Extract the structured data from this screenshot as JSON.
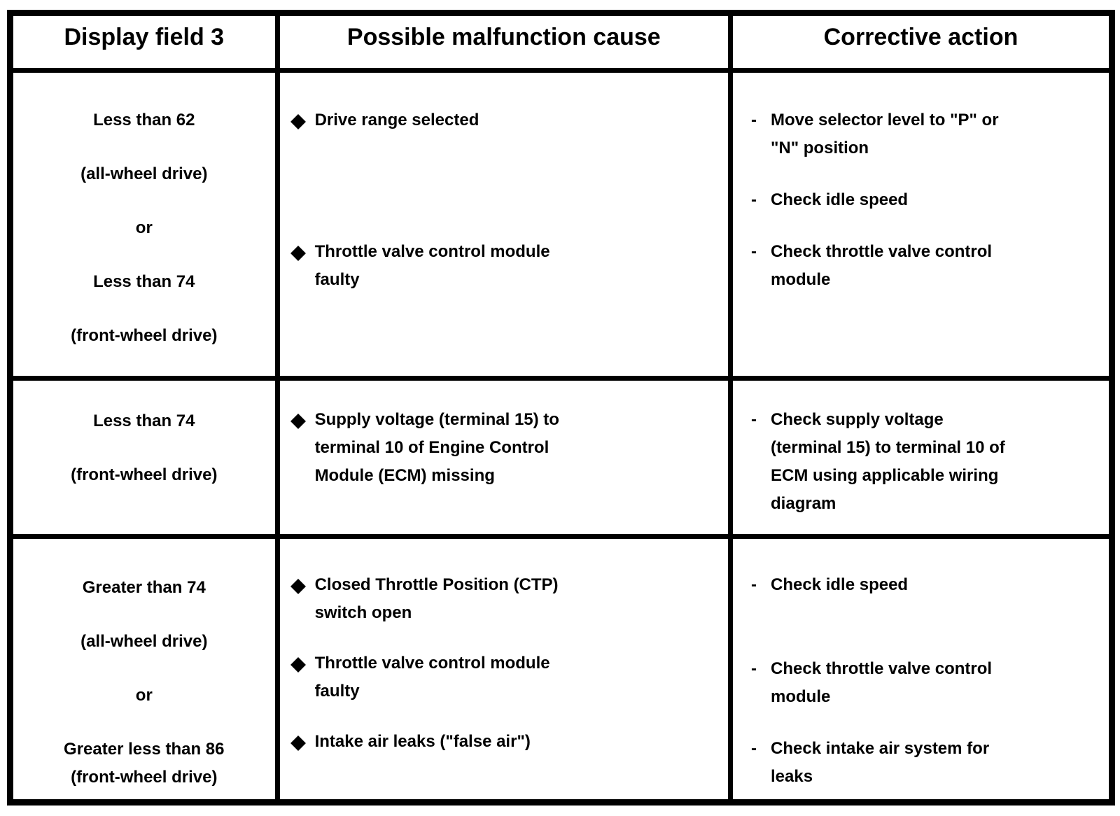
{
  "icons": {
    "diamond_bullet": "◆",
    "dash_bullet": "-"
  },
  "header": {
    "col1": "Display field 3",
    "col2": "Possible malfunction cause",
    "col3": "Corrective action"
  },
  "rows": [
    {
      "display": [
        "Less than 62",
        "(all-wheel drive)",
        "or",
        "Less than 74",
        "(front-wheel drive)"
      ],
      "causes": [
        "Drive range selected",
        "Throttle valve control module\nfaulty"
      ],
      "actions": [
        "Move selector level to \"P\" or\n\"N\" position",
        "Check idle speed",
        "Check throttle valve control\nmodule"
      ]
    },
    {
      "display": [
        "Less than 74",
        "(front-wheel drive)"
      ],
      "causes": [
        "Supply voltage (terminal 15) to\nterminal 10 of Engine Control\nModule (ECM) missing"
      ],
      "actions": [
        "Check supply voltage\n(terminal 15) to terminal 10 of\nECM using applicable wiring\ndiagram"
      ]
    },
    {
      "display": [
        "Greater than 74",
        "(all-wheel drive)",
        "or",
        "Greater less than 86",
        "(front-wheel drive)"
      ],
      "causes": [
        "Closed Throttle Position (CTP)\nswitch open",
        "Throttle valve control module\nfaulty",
        "Intake air leaks (\"false air\")"
      ],
      "actions": [
        "Check idle speed",
        "Check throttle valve control\nmodule",
        "Check intake air system for\nleaks"
      ]
    }
  ]
}
